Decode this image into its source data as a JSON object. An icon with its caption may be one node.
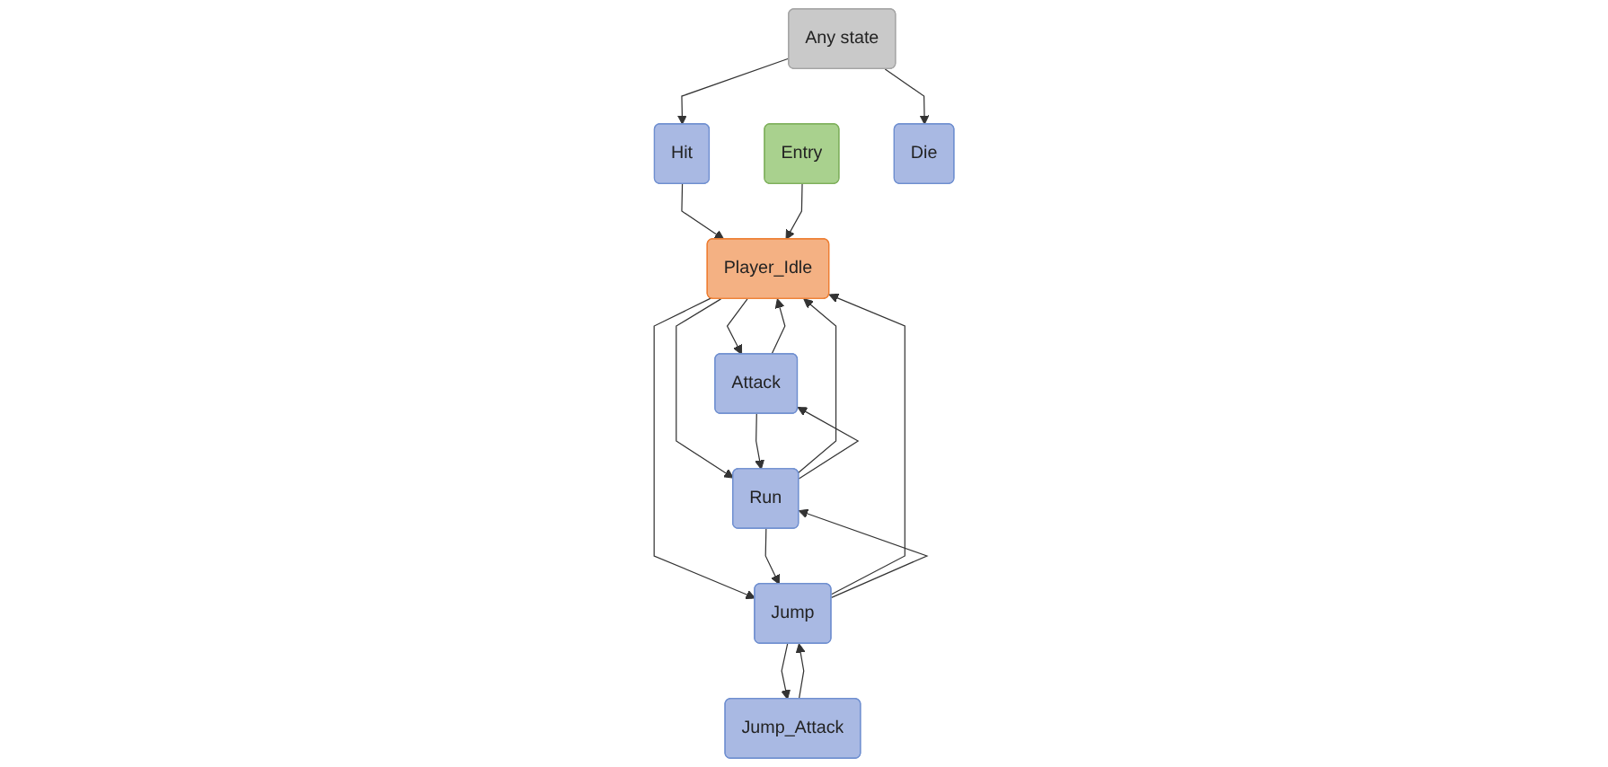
{
  "diagram": {
    "nodes": [
      {
        "text": [
          "Hit"
        ]
      },
      {
        "text": [
          "Entry"
        ]
      },
      {
        "text": [
          "Die"
        ]
      },
      {
        "text": [
          "Any state"
        ]
      },
      {
        "text": [
          "Player_Idle"
        ]
      },
      {
        "text": [
          "Attack"
        ]
      },
      {
        "text": [
          "Jump"
        ]
      },
      {
        "text": [
          "Run"
        ]
      },
      {
        "text": [
          "Jump_Attack"
        ]
      }
    ],
    "edges": [
      {
        "from": 3,
        "to": 0,
        "arrow": "to"
      },
      {
        "from": 3,
        "to": 2,
        "arrow": "to"
      },
      {
        "from": 0,
        "to": 4,
        "arrow": "to"
      },
      {
        "from": 1,
        "to": 4,
        "arrow": "to"
      },
      {
        "from": 5,
        "to": 4,
        "arrow": "to"
      },
      {
        "from": 4,
        "to": 5,
        "arrow": "to"
      },
      {
        "from": 4,
        "to": 6,
        "arrow": "to"
      },
      {
        "from": 6,
        "to": 4,
        "arrow": "to"
      },
      {
        "from": 4,
        "to": 7,
        "arrow": "to"
      },
      {
        "from": 7,
        "to": 4,
        "arrow": "to"
      },
      {
        "from": 6,
        "to": 7,
        "arrow": "to"
      },
      {
        "from": 7,
        "to": 6,
        "arrow": "to"
      },
      {
        "from": 6,
        "to": 8,
        "arrow": "to"
      },
      {
        "from": 8,
        "to": 6,
        "arrow": "to"
      },
      {
        "from": 5,
        "to": 7,
        "arrow": "to"
      },
      {
        "from": 7,
        "to": 5,
        "arrow": "to"
      }
    ]
  }
}
